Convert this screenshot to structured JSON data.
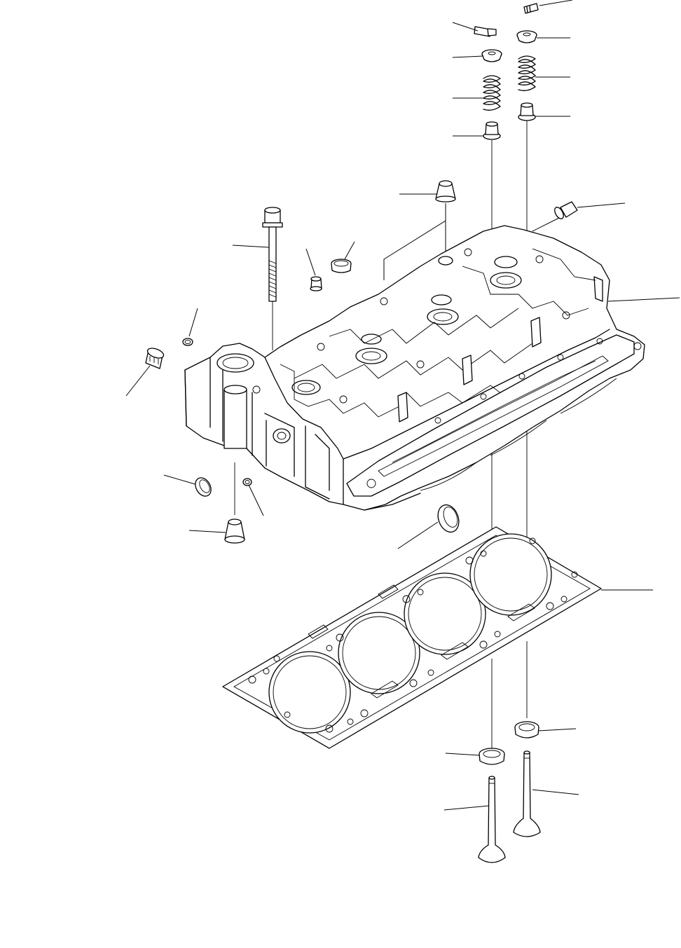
{
  "diagram": {
    "background": "#ffffff",
    "line_color": "#000000",
    "parts": [
      "valve-cotter",
      "spring-retainer",
      "valve-spring",
      "valve-stem-seal",
      "cylinder-head",
      "head-bolt",
      "expansion-plug",
      "dowel-pin",
      "o-ring",
      "cylinder-head-gasket",
      "valve-seat-insert",
      "valve"
    ]
  }
}
